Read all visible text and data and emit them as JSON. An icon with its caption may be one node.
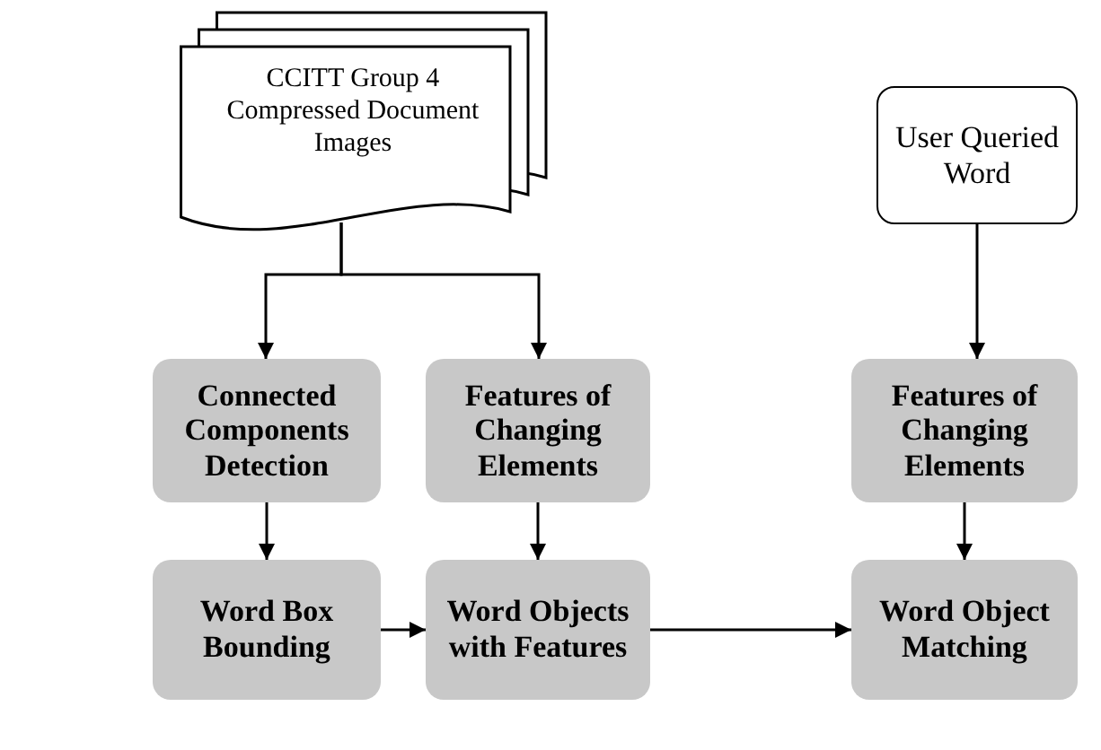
{
  "diagram": {
    "nodes": [
      {
        "text": [
          "CCITT Group 4 Compressed Document Images"
        ]
      },
      {
        "text": [
          "User Queried Word"
        ]
      },
      {
        "text": [
          "Connected Components Detection"
        ]
      },
      {
        "text": [
          "Features of Changing Elements"
        ]
      },
      {
        "text": [
          "Features of Changing Elements"
        ]
      },
      {
        "text": [
          "Word Box Bounding"
        ]
      },
      {
        "text": [
          "Word Objects with Features"
        ]
      },
      {
        "text": [
          "Word Object Matching"
        ]
      }
    ],
    "edges": [
      {
        "from": 0,
        "to": 2,
        "arrow": "to"
      },
      {
        "from": 0,
        "to": 3,
        "arrow": "to"
      },
      {
        "from": 1,
        "to": 4,
        "arrow": "to"
      },
      {
        "from": 2,
        "to": 5,
        "arrow": "to"
      },
      {
        "from": 3,
        "to": 6,
        "arrow": "to"
      },
      {
        "from": 5,
        "to": 6,
        "arrow": "to"
      },
      {
        "from": 6,
        "to": 7,
        "arrow": "to"
      },
      {
        "from": 4,
        "to": 7,
        "arrow": "to"
      }
    ]
  }
}
